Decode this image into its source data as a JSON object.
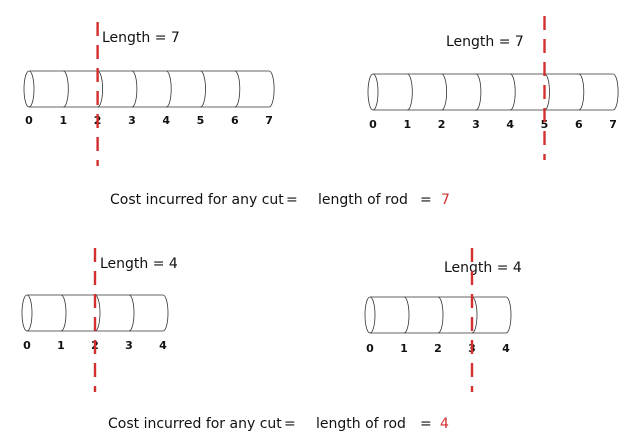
{
  "panels": [
    {
      "title": "Length = 7",
      "ticks": [
        "0",
        "1",
        "2",
        "3",
        "4",
        "5",
        "6",
        "7"
      ],
      "cut_at": 2
    },
    {
      "title": "Length = 7",
      "ticks": [
        "0",
        "1",
        "2",
        "3",
        "4",
        "5",
        "6",
        "7"
      ],
      "cut_at": 5
    },
    {
      "title": "Length = 4",
      "ticks": [
        "0",
        "1",
        "2",
        "3",
        "4"
      ],
      "cut_at": 2
    },
    {
      "title": "Length = 4",
      "ticks": [
        "0",
        "1",
        "2",
        "3",
        "4"
      ],
      "cut_at": 3
    }
  ],
  "cost_lines": [
    {
      "label": "Cost incurred for any cut",
      "eq1": "=",
      "mid": "length of rod",
      "eq2": "=",
      "value": "7"
    },
    {
      "label": "Cost incurred for any cut",
      "eq1": "=",
      "mid": "length of rod",
      "eq2": "=",
      "value": "4"
    }
  ],
  "colors": {
    "cut_line": "#d32f2f",
    "stroke": "#333333",
    "value": "#d32f2f"
  }
}
